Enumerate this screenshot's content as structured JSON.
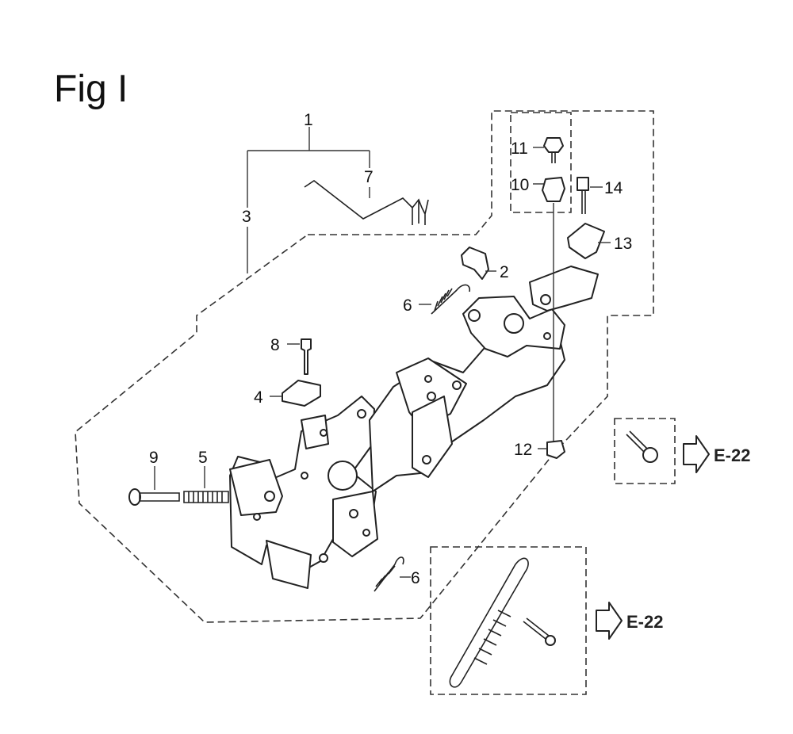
{
  "figure": {
    "title": "Fig I",
    "references": [
      "E-22",
      "E-22"
    ],
    "callouts": {
      "c1": "1",
      "c2": "2",
      "c3": "3",
      "c4": "4",
      "c5": "5",
      "c6a": "6",
      "c6b": "6",
      "c7": "7",
      "c8": "8",
      "c9": "9",
      "c10": "10",
      "c11": "11",
      "c12": "12",
      "c13": "13",
      "c14": "14"
    }
  }
}
